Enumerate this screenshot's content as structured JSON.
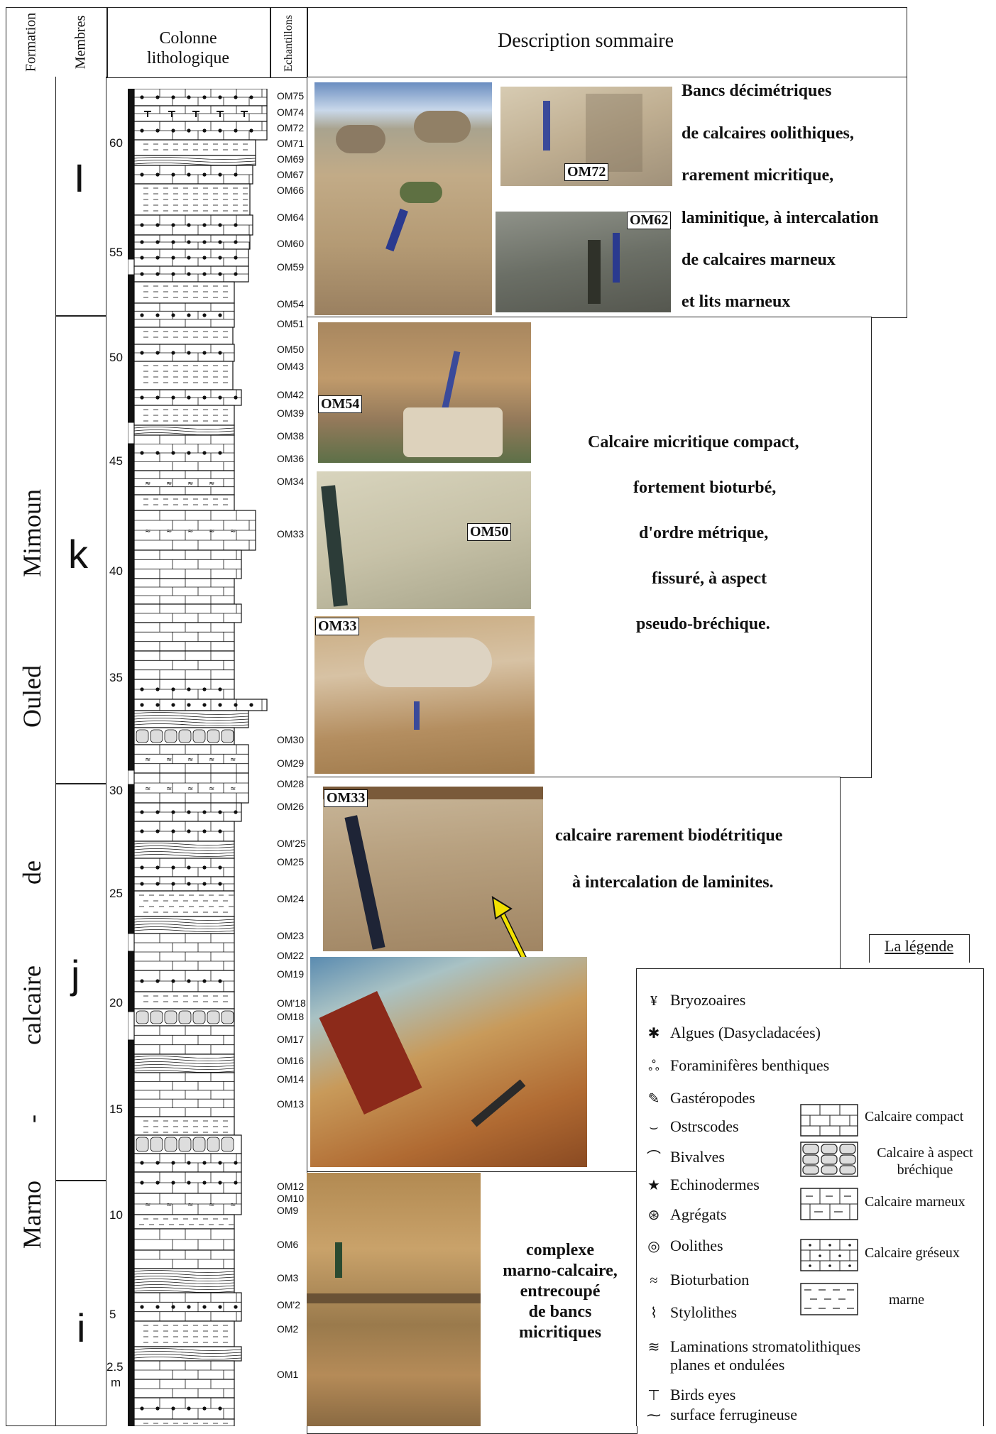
{
  "header": {
    "formation": "Formation",
    "membres": "Membres",
    "colonne": "Colonne lithologique",
    "echantillons": "Echantillons",
    "description": "Description sommaire"
  },
  "formation_words": [
    "Marno",
    "-",
    "calcaire",
    "de",
    "Ouled",
    "Mimoun"
  ],
  "membres": [
    {
      "label": "I"
    },
    {
      "label": "k"
    },
    {
      "label": "j"
    },
    {
      "label": "i"
    }
  ],
  "scale": {
    "ticks": [
      "60",
      "55",
      "50",
      "45",
      "40",
      "35",
      "30",
      "25",
      "20",
      "15",
      "10",
      "5",
      "2.5",
      "m"
    ]
  },
  "samples": [
    "OM75",
    "OM74",
    "OM72",
    "OM71",
    "OM69",
    "OM67",
    "OM66",
    "OM64",
    "OM60",
    "OM59",
    "OM54",
    "OM51",
    "OM50",
    "OM43",
    "OM42",
    "OM39",
    "OM38",
    "OM36",
    "OM34",
    "OM33",
    "OM30",
    "OM29",
    "OM28",
    "OM26",
    "OM'25",
    "OM25",
    "OM24",
    "OM23",
    "OM22",
    "OM19",
    "OM'18",
    "OM18",
    "OM17",
    "OM16",
    "OM14",
    "OM13",
    "OM12",
    "OM10",
    "OM9",
    "OM6",
    "OM3",
    "OM'2",
    "OM2",
    "OM1"
  ],
  "sections": {
    "l": {
      "photo_labels": [
        "OM72",
        "OM62"
      ],
      "lines": [
        "Bancs décimétriques",
        "de calcaires oolithiques,",
        "rarement micritique,",
        "laminitique, à intercalation",
        "de calcaires marneux",
        "et lits marneux"
      ]
    },
    "k": {
      "photo_labels": [
        "OM54",
        "OM50",
        "OM33"
      ],
      "lines": [
        "Calcaire micritique compact,",
        "fortement bioturbé,",
        "d'ordre métrique,",
        "fissuré, à aspect",
        "pseudo-bréchique."
      ]
    },
    "j": {
      "photo_labels": [
        "OM33"
      ],
      "lines": [
        "calcaire rarement biodétritique",
        "à intercalation de laminites."
      ]
    },
    "i": {
      "lines": [
        "complexe",
        "marno-calcaire,",
        "entrecoupé",
        "de bancs",
        "micritiques"
      ]
    }
  },
  "legend": {
    "title": "La légende",
    "fossils": [
      {
        "icon": "bryozoa-icon",
        "glyph": "¥",
        "label": "Bryozoaires"
      },
      {
        "icon": "algae-icon",
        "glyph": "✱",
        "label": "Algues (Dasycladacées)"
      },
      {
        "icon": "foraminifera-icon",
        "glyph": "ஃ",
        "label": "Foraminifères benthiques"
      },
      {
        "icon": "gastropod-icon",
        "glyph": "✎",
        "label": "Gastéropodes"
      },
      {
        "icon": "ostracod-icon",
        "glyph": "⌣",
        "label": "Ostrscodes"
      },
      {
        "icon": "bivalve-icon",
        "glyph": "⌒",
        "label": "Bivalves"
      },
      {
        "icon": "echinoderm-icon",
        "glyph": "★",
        "label": "Echinodermes"
      },
      {
        "icon": "aggregate-icon",
        "glyph": "⊛",
        "label": "Agrégats"
      },
      {
        "icon": "oolith-icon",
        "glyph": "◎",
        "label": "Oolithes"
      },
      {
        "icon": "bioturbation-icon",
        "glyph": "≈",
        "label": "Bioturbation"
      },
      {
        "icon": "stylolith-icon",
        "glyph": "⌇",
        "label": "Stylolithes"
      },
      {
        "icon": "lamination-icon",
        "glyph": "≋",
        "label": "Laminations stromatolithiques"
      },
      {
        "icon": "lamination-icon-2",
        "glyph": "",
        "label": "planes et ondulées"
      },
      {
        "icon": "birds-eyes-icon",
        "glyph": "⊤",
        "label": "Birds eyes"
      },
      {
        "icon": "ferruginous-surface-icon",
        "glyph": "⁓",
        "label": "surface ferrugineuse"
      }
    ],
    "lithologies": [
      {
        "label": "Calcaire compact"
      },
      {
        "label": "Calcaire à aspect bréchique"
      },
      {
        "label": "Calcaire marneux"
      },
      {
        "label": "Calcaire gréseux"
      },
      {
        "label": "marne"
      }
    ]
  }
}
